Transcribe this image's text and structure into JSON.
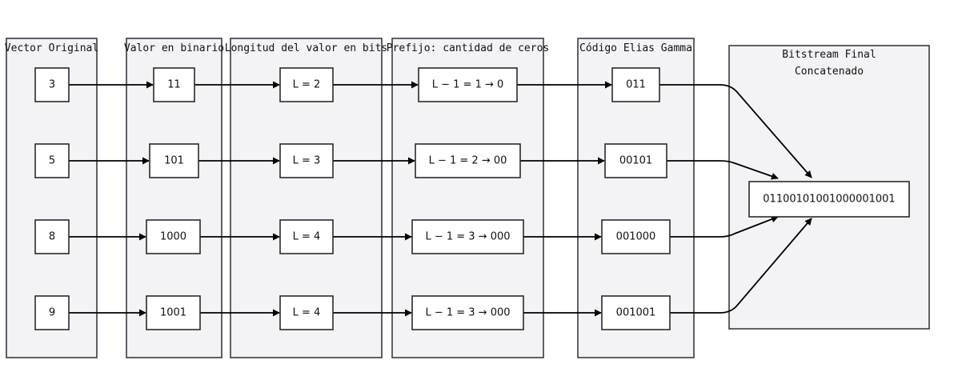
{
  "lanes": {
    "vector": "Vector Original",
    "binario": "Valor en binario",
    "longitud": "Longitud del valor en bits",
    "prefijo": "Prefijo: cantidad de ceros",
    "codigo": "Código Elias Gamma",
    "bitstream_line1": "Bitstream Final",
    "bitstream_line2": "Concatenado"
  },
  "rows": [
    {
      "value": "3",
      "binary": "11",
      "length": "L = 2",
      "prefix": "L − 1 = 1 → 0",
      "code": "011"
    },
    {
      "value": "5",
      "binary": "101",
      "length": "L = 3",
      "prefix": "L − 1 = 2 → 00",
      "code": "00101"
    },
    {
      "value": "8",
      "binary": "1000",
      "length": "L = 4",
      "prefix": "L − 1 = 3 → 000",
      "code": "001000"
    },
    {
      "value": "9",
      "binary": "1001",
      "length": "L = 4",
      "prefix": "L − 1 = 3 → 000",
      "code": "001001"
    }
  ],
  "bitstream": "01100101001000001001",
  "colors": {
    "lane_fill": "#f3f3f5",
    "lane_stroke": "#3a3a44",
    "node_stroke": "#2a2a2a",
    "edge": "#000000"
  }
}
